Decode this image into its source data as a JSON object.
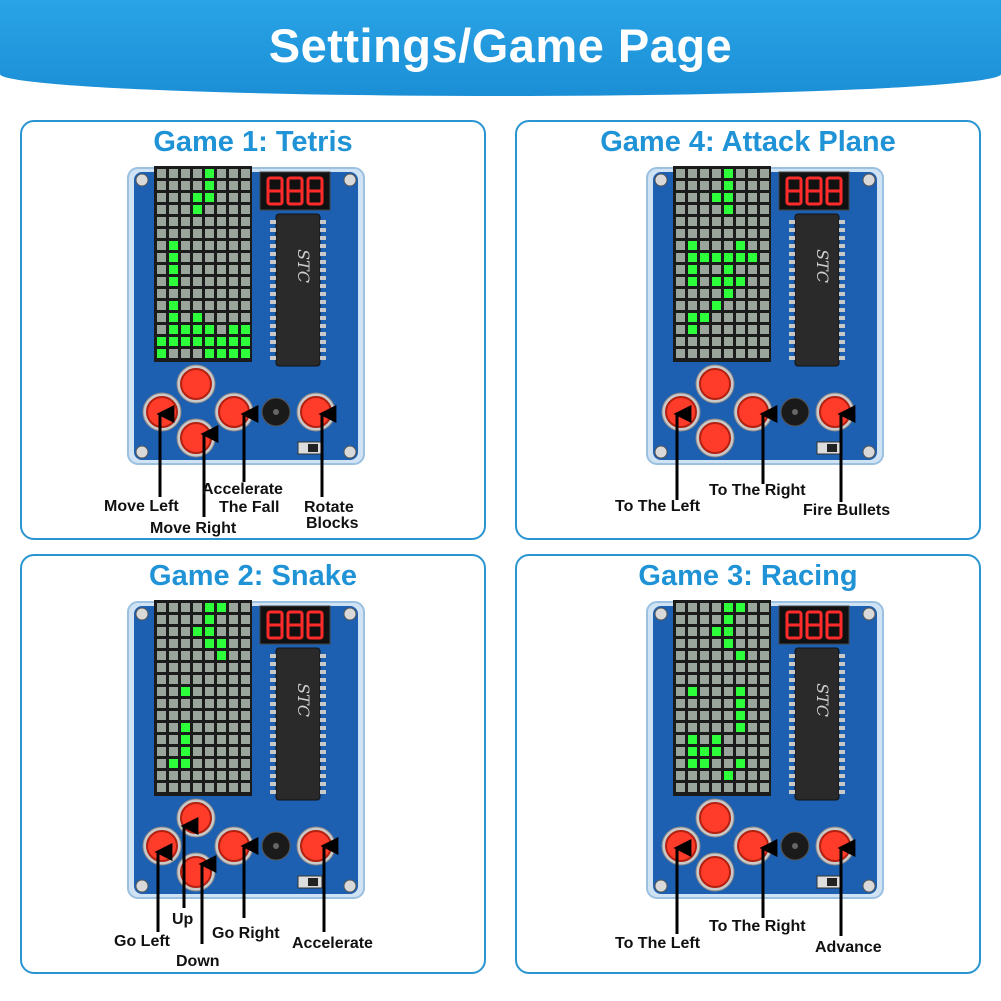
{
  "page": {
    "title": "Settings/Game Page"
  },
  "panels": [
    {
      "id": "tetris",
      "title": "Game 1: Tetris",
      "chip": "STC",
      "labels": {
        "move_left": "Move Left",
        "move_right": "Move Right",
        "accelerate_l1": "Accelerate",
        "accelerate_l2": "The Fall",
        "rotate_l1": "Rotate",
        "rotate_l2": "Blocks"
      }
    },
    {
      "id": "attack-plane",
      "title": "Game 4: Attack Plane",
      "chip": "STC",
      "labels": {
        "to_left": "To The Left",
        "to_right": "To The Right",
        "fire": "Fire Bullets"
      }
    },
    {
      "id": "snake",
      "title": "Game 2: Snake",
      "chip": "STC",
      "labels": {
        "go_left": "Go Left",
        "up": "Up",
        "down": "Down",
        "go_right": "Go Right",
        "accelerate": "Accelerate"
      }
    },
    {
      "id": "racing",
      "title": "Game 3: Racing",
      "chip": "STC",
      "labels": {
        "to_left": "To The Left",
        "to_right": "To The Right",
        "advance": "Advance"
      }
    }
  ],
  "colors": {
    "header": "#1b8fd6",
    "panel_border": "#2b95d2",
    "title": "#1f93d6",
    "pcb": "#1d5fb0",
    "led_on": "#2dff3a",
    "led_off": "#9aa59c",
    "button": "#ff3b2a"
  }
}
